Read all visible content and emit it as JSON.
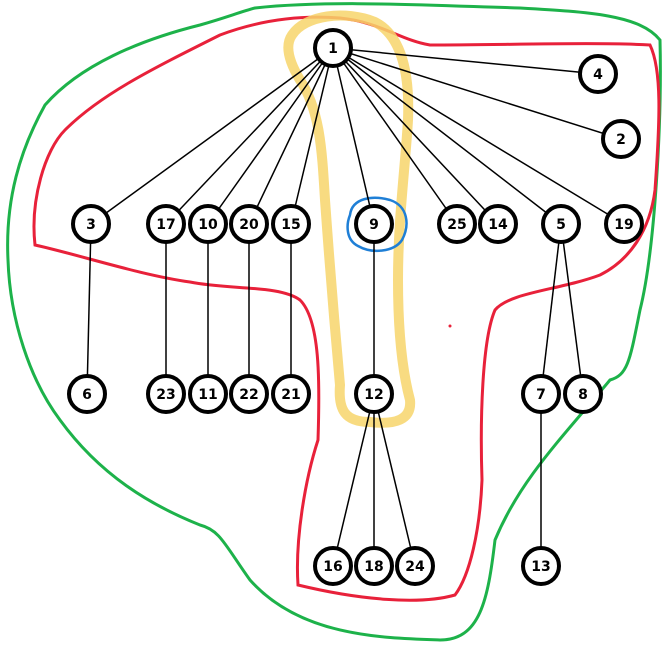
{
  "diagram": {
    "type": "tree",
    "nodes": [
      "1",
      "4",
      "2",
      "3",
      "17",
      "10",
      "20",
      "15",
      "9",
      "25",
      "14",
      "5",
      "19",
      "6",
      "23",
      "11",
      "22",
      "21",
      "12",
      "7",
      "8",
      "16",
      "18",
      "24",
      "13"
    ],
    "edges": [
      [
        "1",
        "4"
      ],
      [
        "1",
        "2"
      ],
      [
        "1",
        "3"
      ],
      [
        "1",
        "17"
      ],
      [
        "1",
        "10"
      ],
      [
        "1",
        "20"
      ],
      [
        "1",
        "15"
      ],
      [
        "1",
        "9"
      ],
      [
        "1",
        "25"
      ],
      [
        "1",
        "14"
      ],
      [
        "1",
        "5"
      ],
      [
        "1",
        "19"
      ],
      [
        "3",
        "6"
      ],
      [
        "17",
        "23"
      ],
      [
        "10",
        "11"
      ],
      [
        "20",
        "22"
      ],
      [
        "15",
        "21"
      ],
      [
        "9",
        "12"
      ],
      [
        "5",
        "7"
      ],
      [
        "5",
        "8"
      ],
      [
        "12",
        "16"
      ],
      [
        "12",
        "18"
      ],
      [
        "12",
        "24"
      ],
      [
        "7",
        "13"
      ]
    ],
    "annotations": {
      "green_outline_color": "#1db24a",
      "red_outline_color": "#e8213a",
      "yellow_highlight_color": "#f7d56b",
      "blue_circle_color": "#1f7fd6"
    }
  }
}
